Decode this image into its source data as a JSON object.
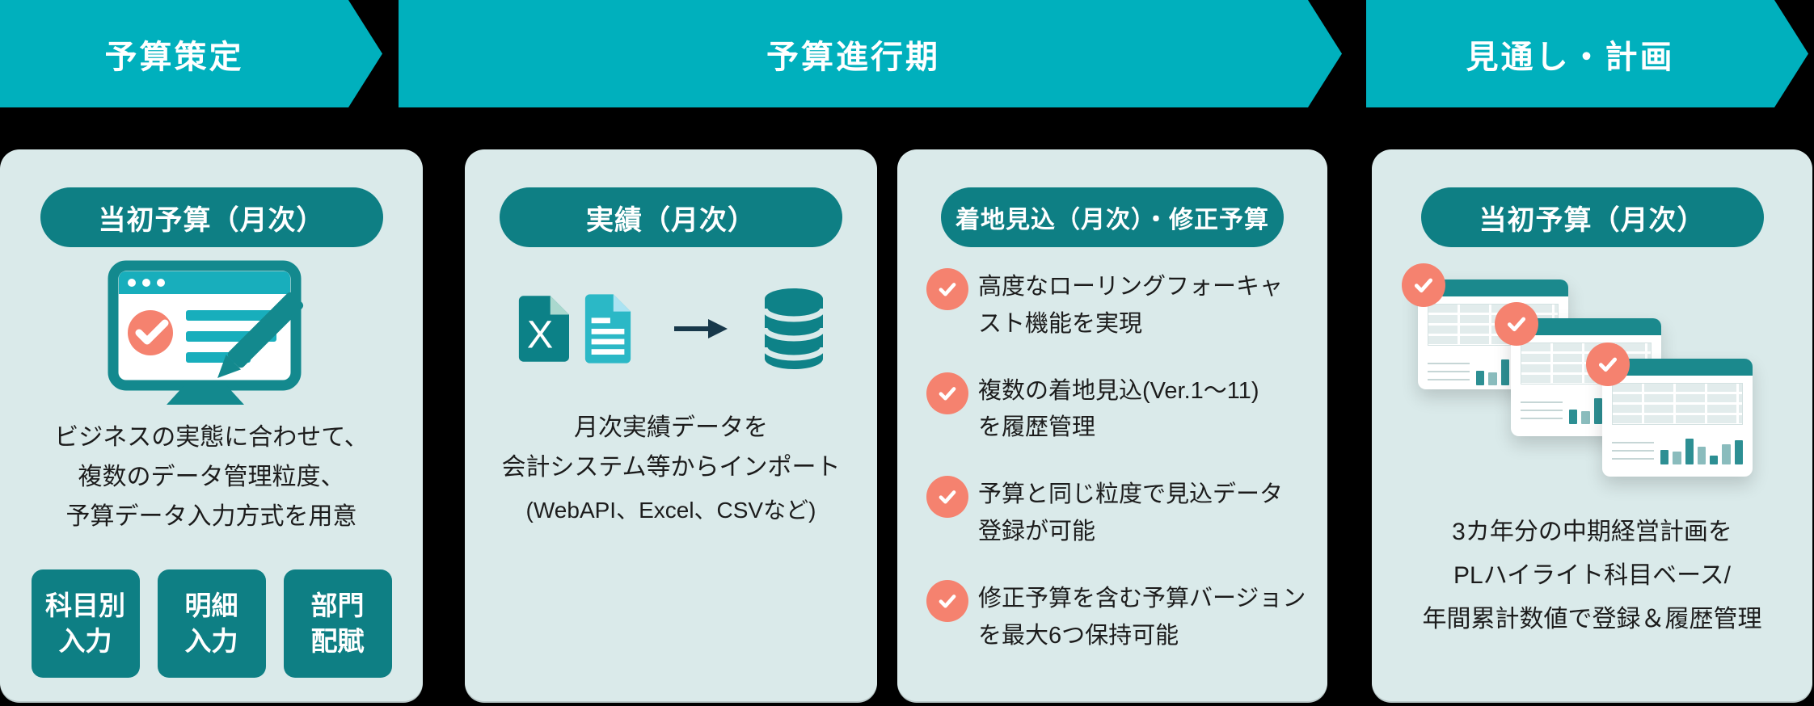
{
  "phases": [
    {
      "label": "予算策定"
    },
    {
      "label": "予算進行期"
    },
    {
      "label": "見通し・計画"
    }
  ],
  "cards": {
    "initial_budget": {
      "badge": "当初予算（月次）",
      "description": "ビジネスの実態に合わせて、\n複数のデータ管理粒度、\n予算データ入力方式を用意",
      "chips": [
        {
          "label": "科目別\n入力"
        },
        {
          "label": "明細\n入力"
        },
        {
          "label": "部門\n配賦"
        }
      ]
    },
    "actuals": {
      "badge": "実績（月次）",
      "excel_letter": "X",
      "description": "月次実績データを\n会計システム等からインポート",
      "note": "(WebAPI、Excel、CSVなど)"
    },
    "forecast": {
      "badge": "着地見込（月次）・修正予算",
      "bullets": [
        {
          "text": "高度なローリングフォーキャ\nスト機能を実現"
        },
        {
          "text": "複数の着地見込(Ver.1～11)\nを履歴管理"
        },
        {
          "text": "予算と同じ粒度で見込データ\n登録が可能"
        },
        {
          "text": "修正予算を含む予算バージョン\nを最大6つ保持可能"
        }
      ]
    },
    "outlook": {
      "badge": "当初予算（月次）",
      "description": "3カ年分の中期経営計画を\nPLハイライト科目ベース/\n年間累計数値で登録＆履歴管理"
    }
  },
  "colors": {
    "background": "#000000",
    "phase_arrow": "#00b0bd",
    "card_background": "#daeaea",
    "badge": "#0e7f84",
    "accent_coral": "#f5826f",
    "icon_teal": "#13898e",
    "icon_cyan": "#18aebc",
    "import_arrow": "#17384a",
    "text": "#1c1c1c"
  }
}
